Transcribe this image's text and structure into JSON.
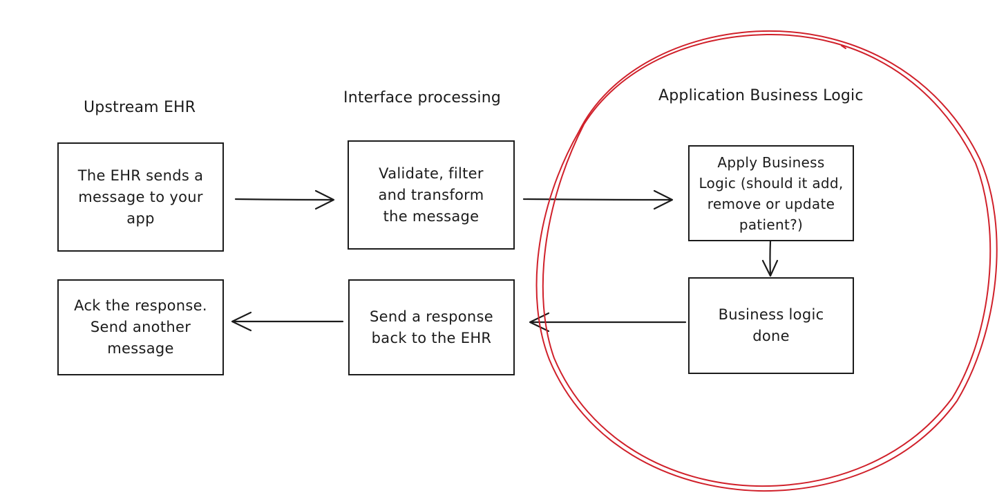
{
  "columns": {
    "upstream": "Upstream EHR",
    "interface": "Interface processing",
    "app": "Application Business Logic"
  },
  "nodes": {
    "ehr_send": "The EHR sends a message to your app",
    "validate": "Validate, filter and transform the message",
    "apply_logic": "Apply Business Logic (should it add, remove or update patient?)",
    "logic_done": "Business logic done",
    "send_response": "Send a response back to the EHR",
    "ack": "Ack the response. Send another message"
  },
  "colors": {
    "ink": "#1b1b1b",
    "highlight_circle": "#d0202a"
  }
}
